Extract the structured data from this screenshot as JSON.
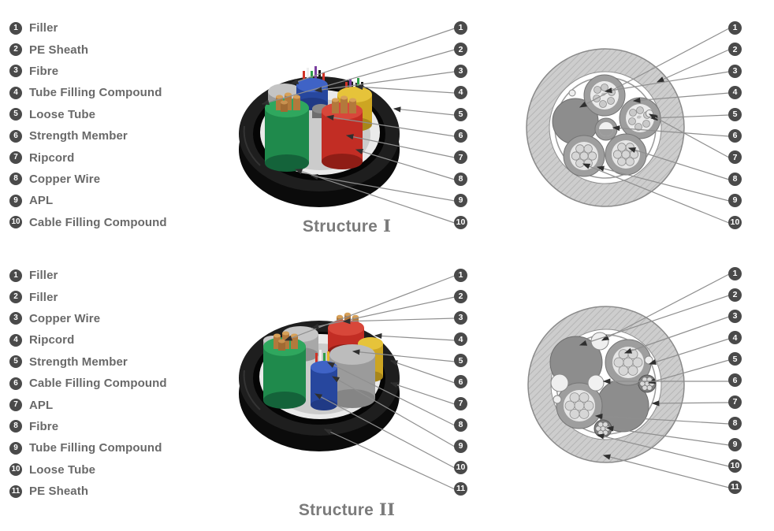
{
  "page": {
    "background": "#ffffff"
  },
  "colors": {
    "badge_bg": "#4a4a4a",
    "badge_text": "#ffffff",
    "legend_text": "#696969",
    "title_text": "#7b7b7b",
    "callout_line": "#8f8f8f",
    "sheath_black": "#141414",
    "inner_sheath_white": "#eaeaea",
    "filling_gray": "#cbcbcb",
    "tube_green": "#1f8a4c",
    "tube_red": "#c22d24",
    "tube_blue": "#27479e",
    "tube_yellow": "#cda522",
    "filler_gray": "#9c9c9c",
    "copper": "#b3793c",
    "cross_section_ring": "#cdcdcd",
    "cross_section_solid": "#8d8d8d"
  },
  "structure1": {
    "title": "Structure",
    "numeral": "I",
    "legend": [
      {
        "num": "1",
        "label": "Filler"
      },
      {
        "num": "2",
        "label": "PE Sheath"
      },
      {
        "num": "3",
        "label": "Fibre"
      },
      {
        "num": "4",
        "label": "Tube Filling Compound"
      },
      {
        "num": "5",
        "label": "Loose Tube"
      },
      {
        "num": "6",
        "label": "Strength Member"
      },
      {
        "num": "7",
        "label": "Ripcord"
      },
      {
        "num": "8",
        "label": "Copper Wire"
      },
      {
        "num": "9",
        "label": "APL"
      },
      {
        "num": "10",
        "label": "Cable Filling Compound"
      }
    ],
    "cutaway_callouts": [
      "1",
      "2",
      "3",
      "4",
      "5",
      "6",
      "7",
      "8",
      "9",
      "10"
    ],
    "cross_section_callouts": [
      "1",
      "2",
      "3",
      "4",
      "5",
      "6",
      "7",
      "8",
      "9",
      "10"
    ]
  },
  "structure2": {
    "title": "Structure",
    "numeral": "II",
    "legend": [
      {
        "num": "1",
        "label": "Filler"
      },
      {
        "num": "2",
        "label": "Filler"
      },
      {
        "num": "3",
        "label": "Copper Wire"
      },
      {
        "num": "4",
        "label": "Ripcord"
      },
      {
        "num": "5",
        "label": "Strength Member"
      },
      {
        "num": "6",
        "label": "Cable Filling Compound"
      },
      {
        "num": "7",
        "label": "APL"
      },
      {
        "num": "8",
        "label": "Fibre"
      },
      {
        "num": "9",
        "label": "Tube Filling Compound"
      },
      {
        "num": "10",
        "label": "Loose Tube"
      },
      {
        "num": "11",
        "label": "PE Sheath"
      }
    ],
    "cutaway_callouts": [
      "1",
      "2",
      "3",
      "4",
      "5",
      "6",
      "7",
      "8",
      "9",
      "10",
      "11"
    ],
    "cross_section_callouts": [
      "1",
      "2",
      "3",
      "4",
      "5",
      "6",
      "7",
      "8",
      "9",
      "10",
      "11"
    ]
  }
}
